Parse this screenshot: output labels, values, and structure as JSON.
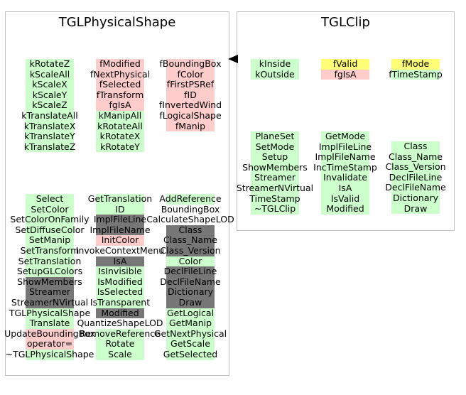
{
  "colors": {
    "green": "#ccffcc",
    "pink": "#ffcccc",
    "yellow": "#ffff77",
    "gray": "#777777",
    "border": "#c0c0c0"
  },
  "left_panel": {
    "title": "TGLPhysicalShape",
    "enums": [
      "kRotateZ",
      "kScaleAll",
      "kScaleX",
      "kScaleY",
      "kScaleZ",
      "kTranslateAll",
      "kTranslateX",
      "kTranslateY",
      "kTranslateZ"
    ],
    "members_a": [
      "fModified",
      "fNextPhysical",
      "fSelected",
      "fTransform",
      "fgIsA",
      "kManipAll",
      "kRotateAll",
      "kRotateX",
      "kRotateY"
    ],
    "members_b": [
      "fBoundingBox",
      "fColor",
      "fFirstPSRef",
      "fID",
      "fInvertedWind",
      "fLogicalShape",
      "fManip"
    ],
    "methods_a": [
      "Select",
      "SetColor",
      "SetColorOnFamily",
      "SetDiffuseColor",
      "SetManip",
      "SetTransform",
      "SetTranslation",
      "SetupGLColors",
      "ShowMembers",
      "Streamer",
      "StreamerNVirtual",
      "TGLPhysicalShape",
      "Translate",
      "UpdateBoundingBox",
      "operator=",
      "~TGLPhysicalShape"
    ],
    "methods_b": [
      "GetTranslation",
      "ID",
      "ImplFileLine",
      "ImplFileName",
      "InitColor",
      "InvokeContextMenu",
      "IsA",
      "IsInvisible",
      "IsModified",
      "IsSelected",
      "IsTransparent",
      "Modified",
      "QuantizeShapeLOD",
      "RemoveReference",
      "Rotate",
      "Scale"
    ],
    "methods_c": [
      "AddReference",
      "BoundingBox",
      "CalculateShapeLOD",
      "Class",
      "Class_Name",
      "Class_Version",
      "Color",
      "DeclFileLine",
      "DeclFileName",
      "Dictionary",
      "Draw",
      "GetLogical",
      "GetManip",
      "GetNextPhysical",
      "GetScale",
      "GetSelected"
    ]
  },
  "right_panel": {
    "title": "TGLClip",
    "enums": [
      "kInside",
      "kOutside"
    ],
    "members_a": [
      "fValid",
      "fgIsA"
    ],
    "members_b": [
      "fMode",
      "fTimeStamp"
    ],
    "methods_a": [
      "PlaneSet",
      "SetMode",
      "Setup",
      "ShowMembers",
      "Streamer",
      "StreamerNVirtual",
      "TimeStamp",
      "~TGLClip"
    ],
    "methods_b": [
      "GetMode",
      "ImplFileLine",
      "ImplFileName",
      "IncTimeStamp",
      "Invalidate",
      "IsA",
      "IsValid",
      "Modified"
    ],
    "methods_c": [
      "Class",
      "Class_Name",
      "Class_Version",
      "DeclFileLine",
      "DeclFileName",
      "Dictionary",
      "Draw"
    ]
  }
}
